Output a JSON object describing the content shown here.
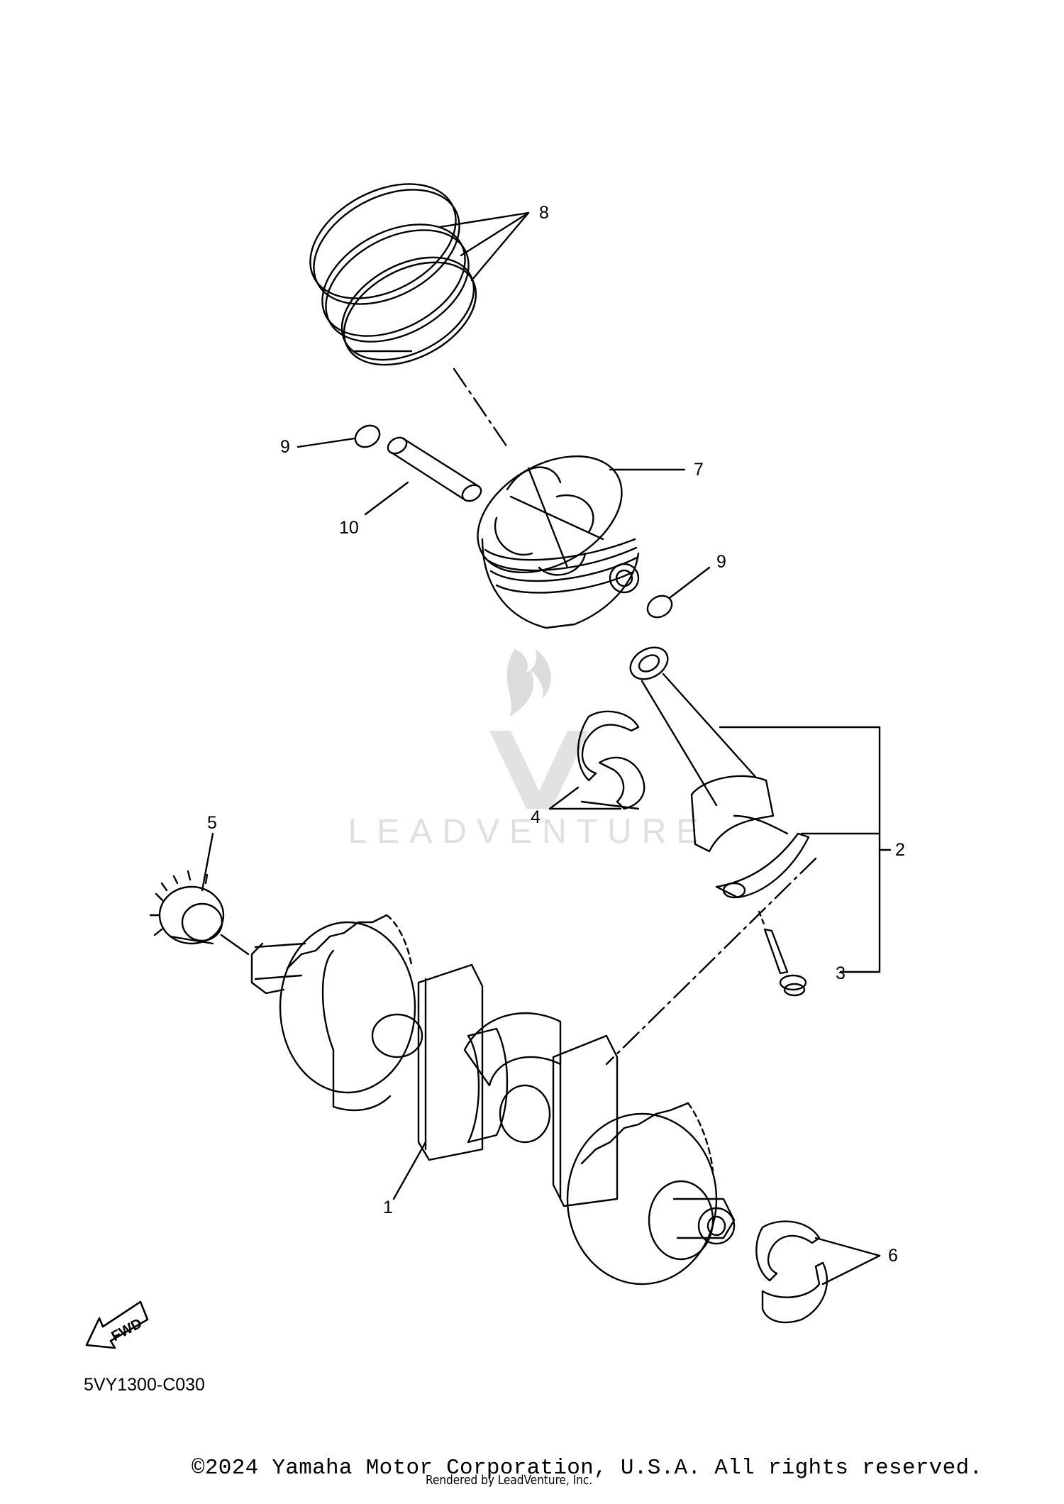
{
  "diagram": {
    "callouts": {
      "c1": "1",
      "c2": "2",
      "c3": "3",
      "c4": "4",
      "c5": "5",
      "c6": "6",
      "c7": "7",
      "c8": "8",
      "c9a": "9",
      "c9b": "9",
      "c10": "10"
    },
    "fwd_label": "FWD",
    "diagram_code": "5VY1300-C030"
  },
  "watermark": {
    "brand": "LEADVENTURE"
  },
  "footer": {
    "copyright": "©2024 Yamaha Motor Corporation, U.S.A. All rights reserved.",
    "rendered_by": "Rendered by LeadVenture, Inc."
  },
  "colors": {
    "line": "#000000",
    "watermark": "#d9d9d9"
  }
}
